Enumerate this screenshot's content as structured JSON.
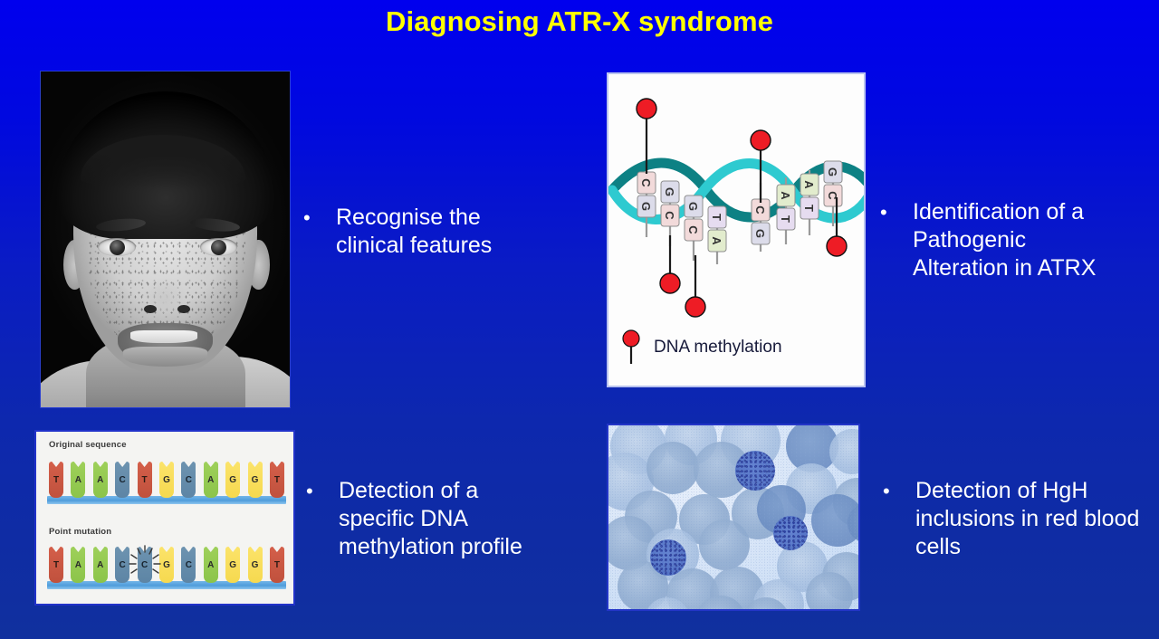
{
  "slide": {
    "title": "Diagnosing ATR-X syndrome",
    "background_top_color": "#0000EE",
    "background_bottom_color": "#10309E",
    "title_color": "#FFFF00",
    "body_text_color": "#FFFFFF"
  },
  "bullets": [
    {
      "id": "clinical-features",
      "marker": "•",
      "text": "Recognise the\nclinical features"
    },
    {
      "id": "pathogenic-alteration",
      "marker": "•",
      "text": "Identification of a\nPathogenic\nAlteration in ATRX"
    },
    {
      "id": "methylation-profile",
      "marker": "•",
      "text": "Detection of a\nspecific DNA\nmethylation profile"
    },
    {
      "id": "hgh-inclusions",
      "marker": "•",
      "text": "Detection of HgH\ninclusions in red blood\ncells"
    }
  ],
  "images": {
    "child_photo": {
      "name": "clinical-photograph-of-child",
      "description": "Black and white clinical photograph of a child's face with freckles and open mouth"
    },
    "dna_methylation": {
      "name": "dna-methylation-diagram",
      "legend_label": "DNA methylation",
      "legend_marker_color": "#EE1C25",
      "helix_color_front": "#27C3C8",
      "helix_color_back": "#0E7F80",
      "methylation_marker_count": 5,
      "base_pairs": [
        {
          "top": "C",
          "bottom": "G"
        },
        {
          "top": "G",
          "bottom": "C"
        },
        {
          "top": "G",
          "bottom": "C"
        },
        {
          "top": "T",
          "bottom": "A"
        },
        {
          "top": "C",
          "bottom": "G"
        },
        {
          "top": "A",
          "bottom": "T"
        },
        {
          "top": "A",
          "bottom": "T"
        },
        {
          "top": "C",
          "bottom": "G"
        }
      ]
    },
    "sequence_mutation": {
      "name": "point-mutation-diagram",
      "original_label": "Original sequence",
      "mutation_label": "Point mutation",
      "original_sequence": [
        "T",
        "A",
        "A",
        "C",
        "T",
        "G",
        "C",
        "A",
        "G",
        "G",
        "T"
      ],
      "mutated_sequence": [
        "T",
        "A",
        "A",
        "C",
        "C",
        "G",
        "C",
        "A",
        "G",
        "G",
        "T"
      ],
      "mutation_index": 4,
      "base_colors": {
        "T": "#C8543F",
        "A": "#93C84F",
        "C": "#628AA8",
        "G": "#F7DC55"
      },
      "backbone_color": "#5A9FD8"
    },
    "blood_smear": {
      "name": "blood-smear-micrograph",
      "description": "Blood smear showing red blood cells with darkly stippled HbH inclusion bodies",
      "inclusion_cell_count": 3,
      "stain_color": "#8FABCF"
    }
  }
}
